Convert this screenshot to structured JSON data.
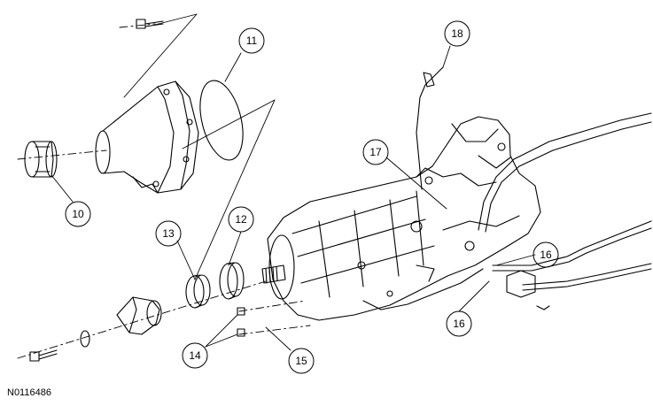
{
  "figure": {
    "id": "N0116486"
  },
  "callouts": {
    "c10": "10",
    "c11": "11",
    "c12": "12",
    "c13": "13",
    "c14": "14",
    "c15": "15",
    "c16a": "16",
    "c16b": "16",
    "c17": "17",
    "c18": "18"
  },
  "colors": {
    "line": "#000000",
    "background": "#ffffff"
  }
}
